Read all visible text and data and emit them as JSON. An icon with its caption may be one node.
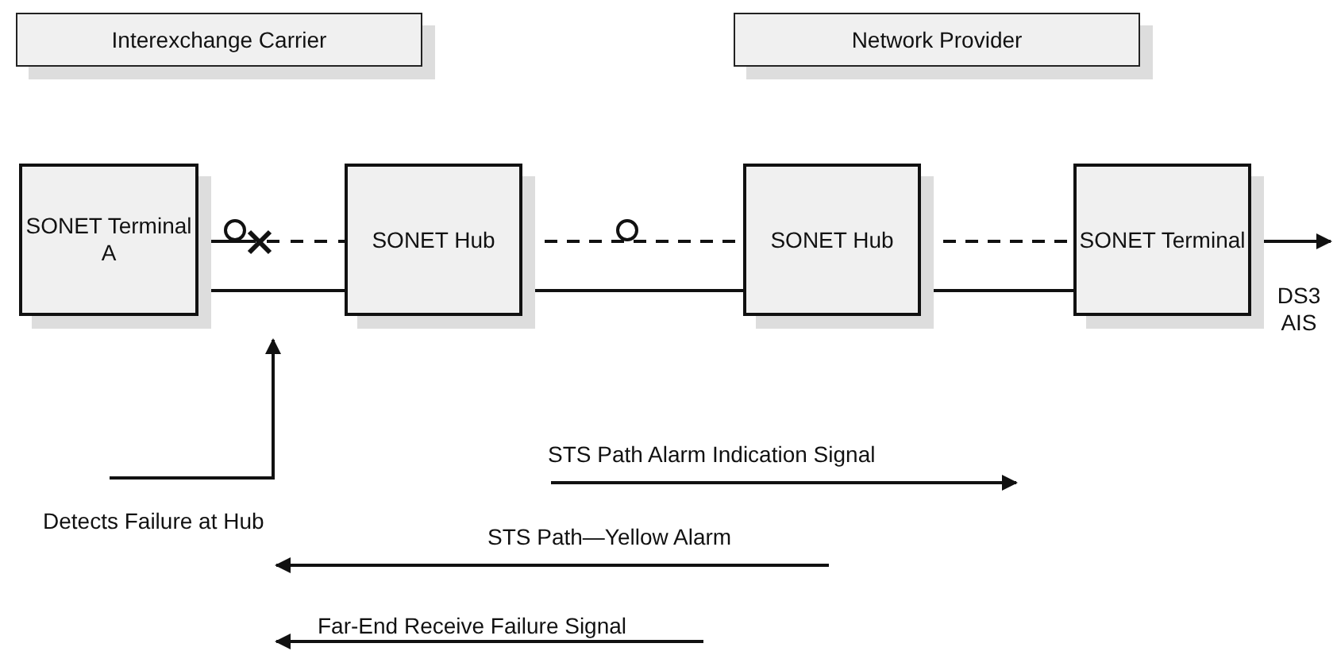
{
  "diagram": {
    "nodes": [
      {
        "text": [
          "Interexchange Carrier"
        ]
      },
      {
        "text": [
          "Network Provider"
        ]
      },
      {
        "text": [
          "SONET Terminal A"
        ]
      },
      {
        "text": [
          "SONET Hub"
        ]
      },
      {
        "text": [
          "SONET Hub"
        ]
      },
      {
        "text": [
          "SONET Terminal"
        ]
      },
      {
        "text": [
          "Detects Failure at Hub"
        ]
      }
    ],
    "edges": [
      {
        "from": 2,
        "to": 3,
        "arrow": "none",
        "style": "dashed"
      },
      {
        "from": 2,
        "to": 3,
        "arrow": "none"
      },
      {
        "from": 3,
        "to": 4,
        "arrow": "none",
        "style": "dashed"
      },
      {
        "from": 3,
        "to": 4,
        "arrow": "none"
      },
      {
        "from": 4,
        "to": 5,
        "arrow": "none",
        "style": "dashed"
      },
      {
        "from": 4,
        "to": 5,
        "arrow": "none"
      },
      {
        "from": 5,
        "to": null,
        "arrow": "to"
      },
      {
        "from": 6,
        "to": null,
        "arrow": "to"
      }
    ],
    "labels": [
      "DS3 AIS",
      "STS Path Alarm Indication Signal",
      "STS Path—Yellow Alarm",
      "Far-End Receive Failure Signal"
    ]
  }
}
